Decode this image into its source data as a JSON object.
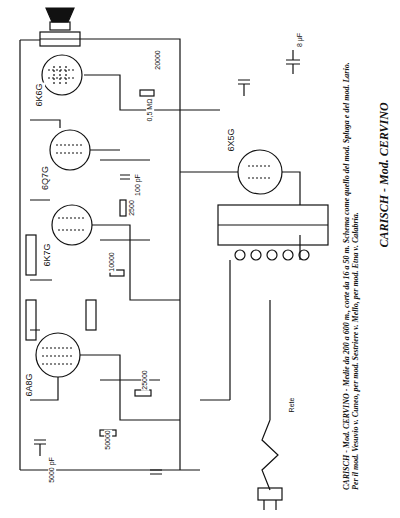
{
  "diagram": {
    "caption": "CARISCH - Mod. CERVINO - Medie da 200 a 600 m., corte da 16 a 50 m. Schema come quello del mod. Spluga e del mod. Lario. Per il mod. Vesuvio v. Cuneo, per mod. Sestriere v. Mello, per mod. Etna v. Calabria.",
    "labels": [
      "6K6G",
      "6Q7G",
      "6K7G",
      "6A8G",
      "6X5G",
      "CARISCH - Mod. CERVINO",
      "50000",
      "0,5 MΩ",
      "10000",
      "8 μF",
      "100 pF",
      "5000 pF",
      "25000",
      "2500",
      "20000",
      "Rete"
    ]
  }
}
